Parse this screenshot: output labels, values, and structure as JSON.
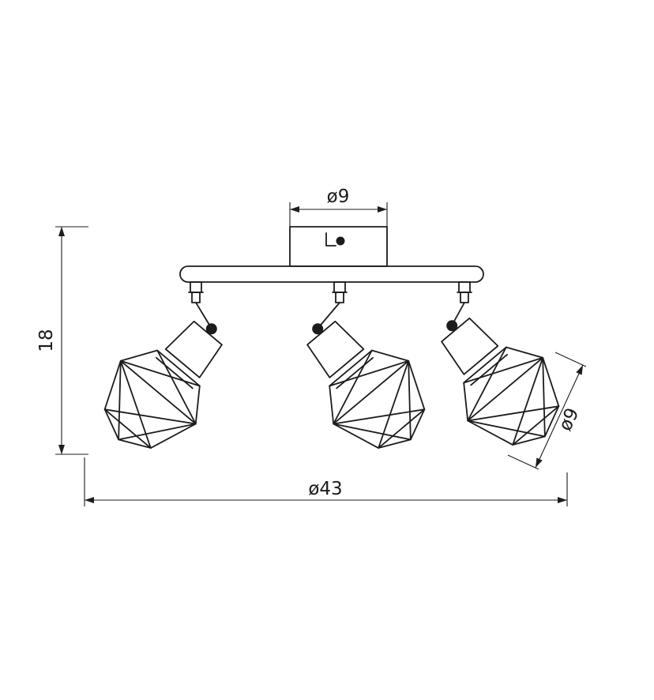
{
  "drawing": {
    "line_color": "#1c1c1c",
    "background_color": "#ffffff",
    "dimensions": {
      "top_width": "ø9",
      "left_height": "18",
      "bottom_width": "ø43",
      "shade_diameter": "ø9"
    }
  }
}
